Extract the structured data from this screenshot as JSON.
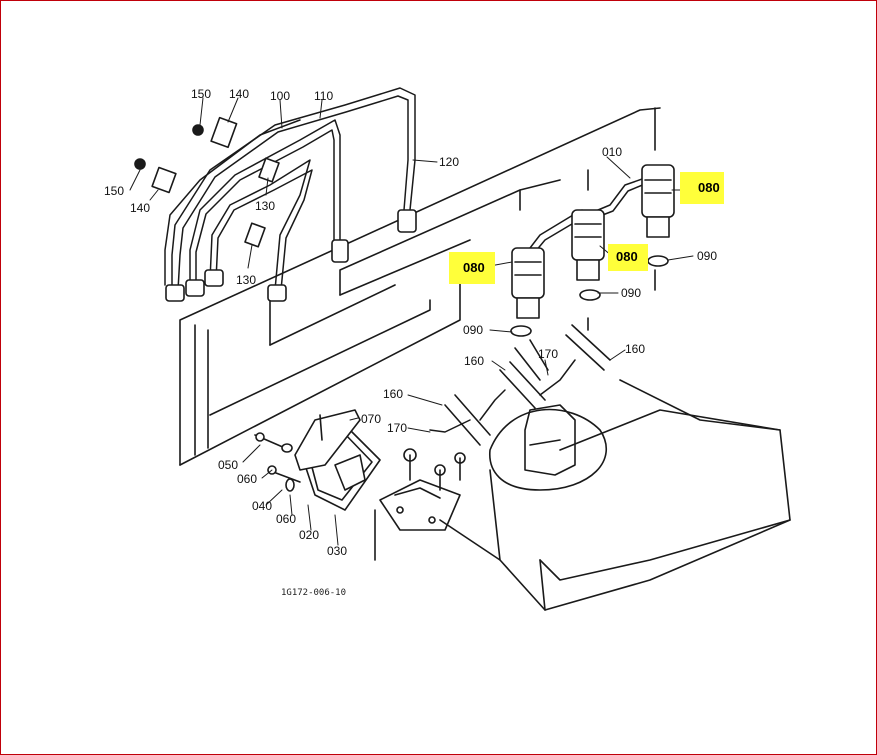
{
  "figure_code": "1G172-006-10",
  "highlight_color": "#ffff3a",
  "frame_color": "#c0000a",
  "labels": {
    "p150a": "150",
    "p140a": "140",
    "p100": "100",
    "p110": "110",
    "p120": "120",
    "p150b": "150",
    "p140b": "140",
    "p130a": "130",
    "p130b": "130",
    "p010": "010",
    "p080a": "080",
    "p080b": "080",
    "p080c": "080",
    "p090a": "090",
    "p090b": "090",
    "p090c": "090",
    "p160a": "160",
    "p160b": "160",
    "p160c": "160",
    "p170a": "170",
    "p170b": "170",
    "p070": "070",
    "p050": "050",
    "p060a": "060",
    "p060b": "060",
    "p040": "040",
    "p020": "020",
    "p030": "030"
  }
}
